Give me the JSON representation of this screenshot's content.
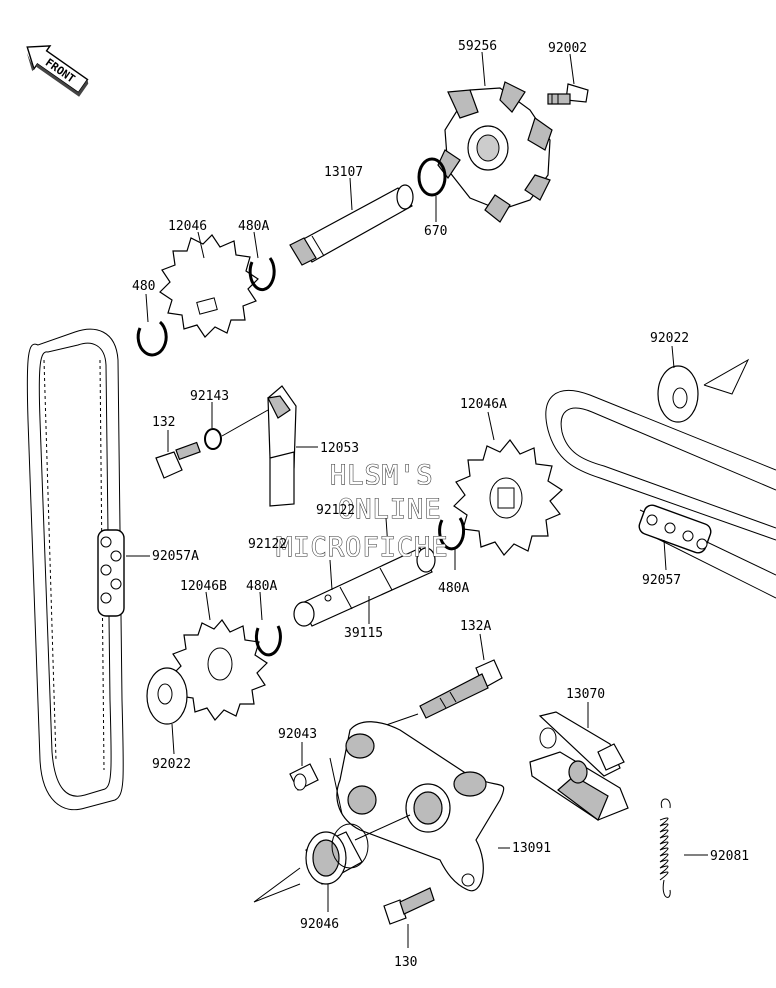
{
  "front_marker": "FRONT",
  "watermark": {
    "line1": "HLSM'S",
    "line2": "ONLINE",
    "line3": "MICROFICHE"
  },
  "part_labels": {
    "p59256": "59256",
    "p92002": "92002",
    "p13107": "13107",
    "p670": "670",
    "p12046": "12046",
    "p480A_top": "480A",
    "p480": "480",
    "p92022_right": "92022",
    "p92143": "92143",
    "p132": "132",
    "p12053": "12053",
    "p12046A": "12046A",
    "p92122_upper": "92122",
    "p92122_lower": "92122",
    "p92057A": "92057A",
    "p480A_right": "480A",
    "p92057": "92057",
    "p12046B": "12046B",
    "p480A_lower": "480A",
    "p39115": "39115",
    "p132A": "132A",
    "p13070": "13070",
    "p92022_left": "92022",
    "p92043": "92043",
    "p13091": "13091",
    "p92081": "92081",
    "p92046": "92046",
    "p130": "130"
  }
}
